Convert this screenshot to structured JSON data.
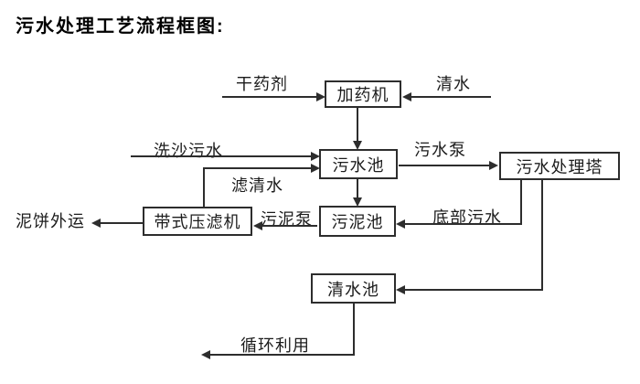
{
  "title": "污水处理工艺流程框图:",
  "nodes": {
    "dosing_machine": "加药机",
    "sewage_pool": "污水池",
    "treatment_tower": "污水处理塔",
    "sludge_pool": "污泥池",
    "belt_filter_press": "带式压滤机",
    "clean_water_pool": "清水池"
  },
  "labels": {
    "dry_chemical": "干药剂",
    "clean_water": "清水",
    "sand_washing_sewage": "洗沙污水",
    "filtered_water": "滤清水",
    "sewage_pump": "污水泵",
    "bottom_sewage": "底部污水",
    "sludge_pump": "污泥泵",
    "mud_cake_out": "泥饼外运",
    "recycle_use": "循环利用"
  },
  "edges": [
    {
      "from": "dry_chemical_input",
      "to": "dosing_machine",
      "label": "干药剂"
    },
    {
      "from": "clean_water_input",
      "to": "dosing_machine",
      "label": "清水"
    },
    {
      "from": "dosing_machine",
      "to": "sewage_pool",
      "label": ""
    },
    {
      "from": "sand_washing_sewage_input",
      "to": "sewage_pool",
      "label": "洗沙污水"
    },
    {
      "from": "belt_filter_press",
      "to": "sewage_pool",
      "label": "滤清水"
    },
    {
      "from": "sewage_pool",
      "to": "treatment_tower",
      "label": "污水泵"
    },
    {
      "from": "sewage_pool",
      "to": "sludge_pool",
      "label": ""
    },
    {
      "from": "treatment_tower",
      "to": "sludge_pool",
      "label": "底部污水"
    },
    {
      "from": "sludge_pool",
      "to": "belt_filter_press",
      "label": "污泥泵"
    },
    {
      "from": "belt_filter_press",
      "to": "mud_cake_out",
      "label": "泥饼外运"
    },
    {
      "from": "treatment_tower",
      "to": "clean_water_pool",
      "label": ""
    },
    {
      "from": "clean_water_pool",
      "to": "recycle_use",
      "label": "循环利用"
    }
  ],
  "colors": {
    "line": "#2d2d2d",
    "text": "#1c1c1c",
    "background": "#ffffff"
  }
}
